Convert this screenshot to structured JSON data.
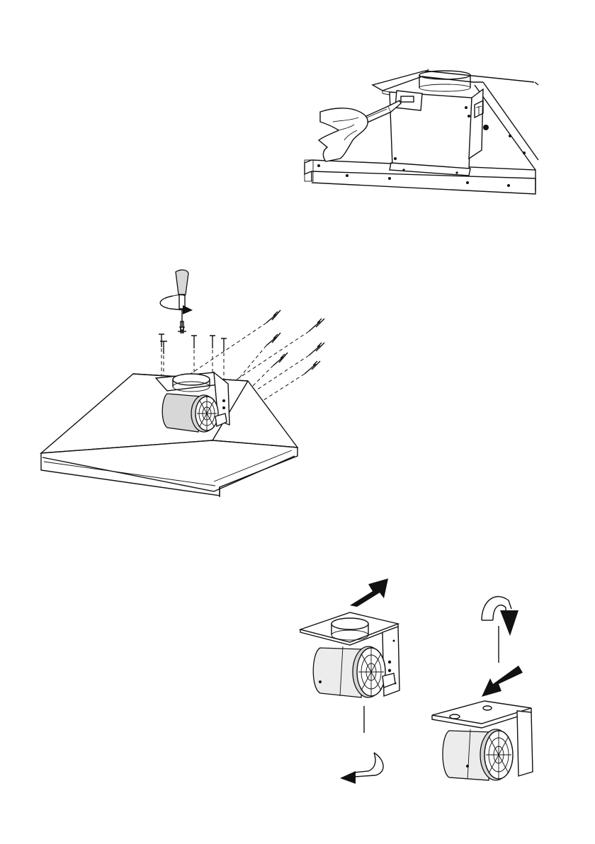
{
  "figures": [
    {
      "id": "fig-top",
      "icons": [
        "hand-icon",
        "screwdriver-icon",
        "hood-interior-icon"
      ]
    },
    {
      "id": "fig-middle",
      "icons": [
        "screwdriver-icon",
        "rotate-arrow-icon",
        "screw-icon",
        "range-hood-icon",
        "blower-motor-icon"
      ]
    },
    {
      "id": "fig-bottom",
      "icons": [
        "blower-motor-icon",
        "direction-arrow-icon",
        "rotate-arrow-icon"
      ]
    }
  ],
  "colors": {
    "line": "#111111",
    "fill_grey": "#d7d7d7",
    "background": "#ffffff"
  }
}
